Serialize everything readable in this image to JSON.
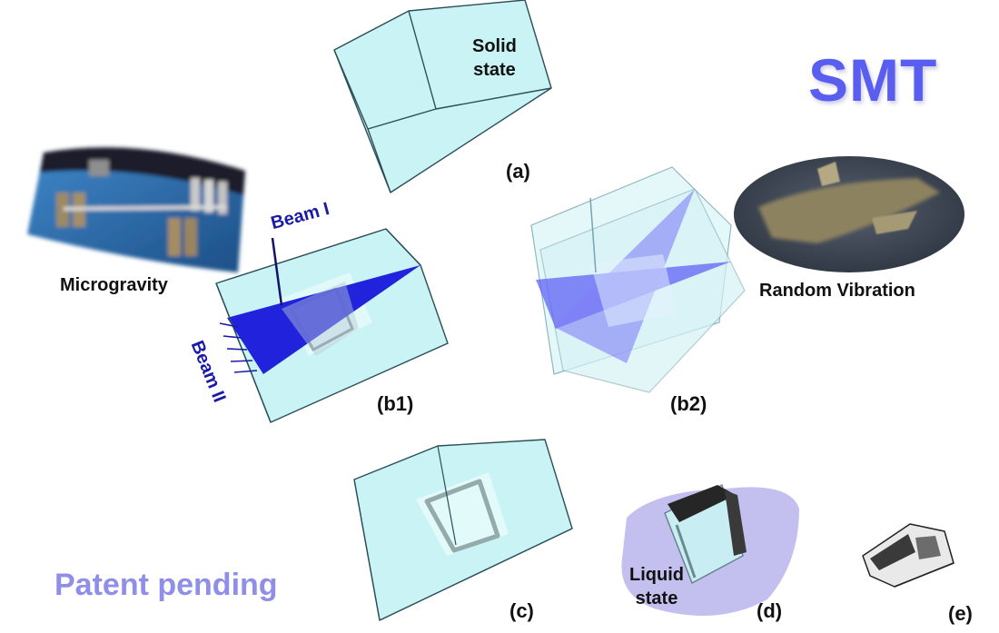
{
  "title": "SMT",
  "footer": "Patent pending",
  "labels": {
    "solid_state": "Solid\nstate",
    "liquid_state": "Liquid\nstate",
    "microgravity": "Microgravity",
    "random_vibration": "Random Vibration",
    "beam_1": "Beam I",
    "beam_2": "Beam II"
  },
  "panels": {
    "a": "(a)",
    "b1": "(b1)",
    "b2": "(b2)",
    "c": "(c)",
    "d": "(d)",
    "e": "(e)"
  },
  "icons": [
    "space-station-photo",
    "ocean-ship-photo"
  ],
  "colors": {
    "box_fill": "#c8f3f4",
    "box_stroke": "#2b4f57",
    "beam_plane": "#1010d8",
    "title": "#5a5ef0",
    "footer": "#8f8ee8",
    "liquid": "#b8b4ec"
  }
}
